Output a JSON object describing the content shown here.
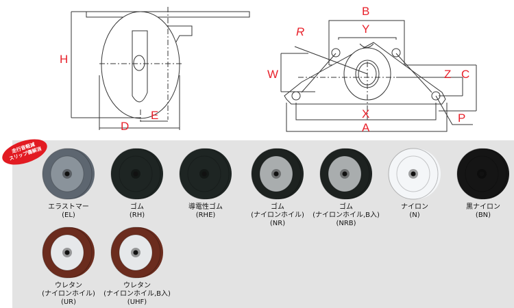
{
  "dimensions": {
    "H": "H",
    "D": "D",
    "E": "E",
    "B": "B",
    "Y": "Y",
    "R": "R",
    "W": "W",
    "Z": "Z",
    "C": "C",
    "X": "X",
    "A": "A",
    "P": "P"
  },
  "badge": {
    "line1": "走行音軽減",
    "line2": "スリップ傷解消"
  },
  "wheels": [
    {
      "name": "エラストマー",
      "sub": "",
      "code": "(EL)",
      "tire": "#5d6670",
      "hub": "#8a939b"
    },
    {
      "name": "ゴム",
      "sub": "",
      "code": "(RH)",
      "tire": "#1e2523",
      "hub": "#1e2523"
    },
    {
      "name": "導電性ゴム",
      "sub": "",
      "code": "(RHE)",
      "tire": "#1e2523",
      "hub": "#1e2523"
    },
    {
      "name": "ゴム",
      "sub": "(ナイロンホイル)",
      "code": "(NR)",
      "tire": "#1d2220",
      "hub": "#a9adae"
    },
    {
      "name": "ゴム",
      "sub": "(ナイロンホイル,B入)",
      "code": "(NRB)",
      "tire": "#1d2220",
      "hub": "#a9adae"
    },
    {
      "name": "ナイロン",
      "sub": "",
      "code": "(N)",
      "tire": "#f4f6f8",
      "hub": "#f4f6f8"
    },
    {
      "name": "黒ナイロン",
      "sub": "",
      "code": "(BN)",
      "tire": "#151515",
      "hub": "#151515"
    },
    {
      "name": "ウレタン",
      "sub": "(ナイロンホイル)",
      "code": "(UR)",
      "tire": "#6b2c1e",
      "hub": "#e6e8ea"
    },
    {
      "name": "ウレタン",
      "sub": "(ナイロンホイル,B入)",
      "code": "(UHF)",
      "tire": "#6b2c1e",
      "hub": "#e6e8ea"
    }
  ]
}
